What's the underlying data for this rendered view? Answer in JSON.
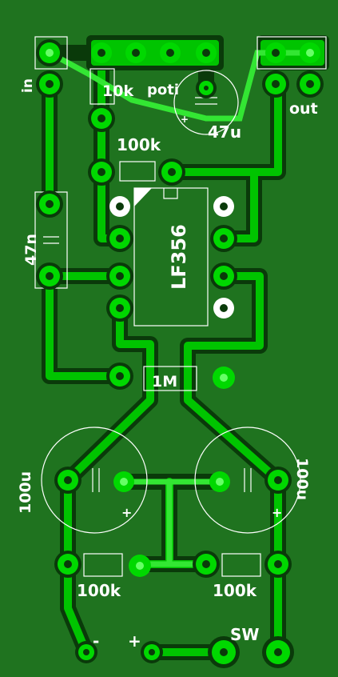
{
  "board": {
    "colors": {
      "substrate": "#1f731f",
      "trace": "#00c400",
      "trace_outline": "#0a3a0a",
      "pad": "#00d800",
      "pad_highlight": "#66ff66",
      "silkscreen": "#ffffff"
    }
  },
  "labels": {
    "in": "in",
    "out": "out",
    "r_10k": "10k",
    "poti": "poti",
    "c_47u": "47u",
    "r_100k_top": "100k",
    "ic": "LF356",
    "c_47n": "47n",
    "r_1m": "1M",
    "c_100u_left": "100u",
    "c_100u_right": "100u",
    "r_100k_left": "100k",
    "r_100k_right": "100k",
    "minus": "-",
    "plus": "+",
    "sw": "SW",
    "polarity_plus_1": "+",
    "polarity_plus_2": "+",
    "polarity_plus_3": "+"
  }
}
